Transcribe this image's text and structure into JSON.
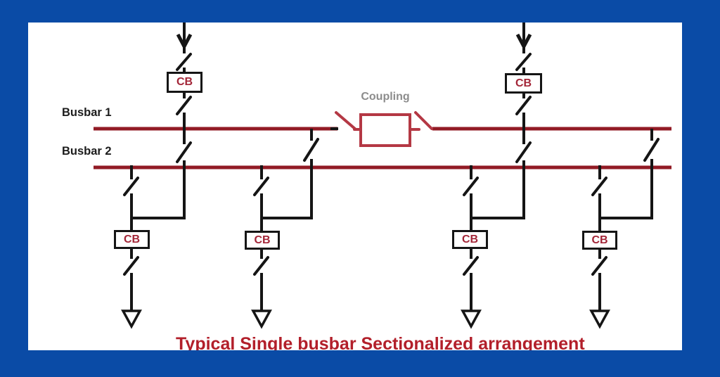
{
  "diagram": {
    "title": "Typical Single busbar Sectionalized arrangement",
    "busbar1_label": "Busbar 1",
    "busbar2_label": "Busbar 2",
    "coupling_label": "Coupling",
    "cb_label": "CB"
  },
  "colors": {
    "frame_blue": "#0a4ba6",
    "busbar_red": "#921b25",
    "coupling_red": "#b43844",
    "cb_text_red": "#a32638",
    "title_red": "#b21f2a",
    "coupling_gray": "#8c8c8c",
    "line_black": "#151515"
  }
}
